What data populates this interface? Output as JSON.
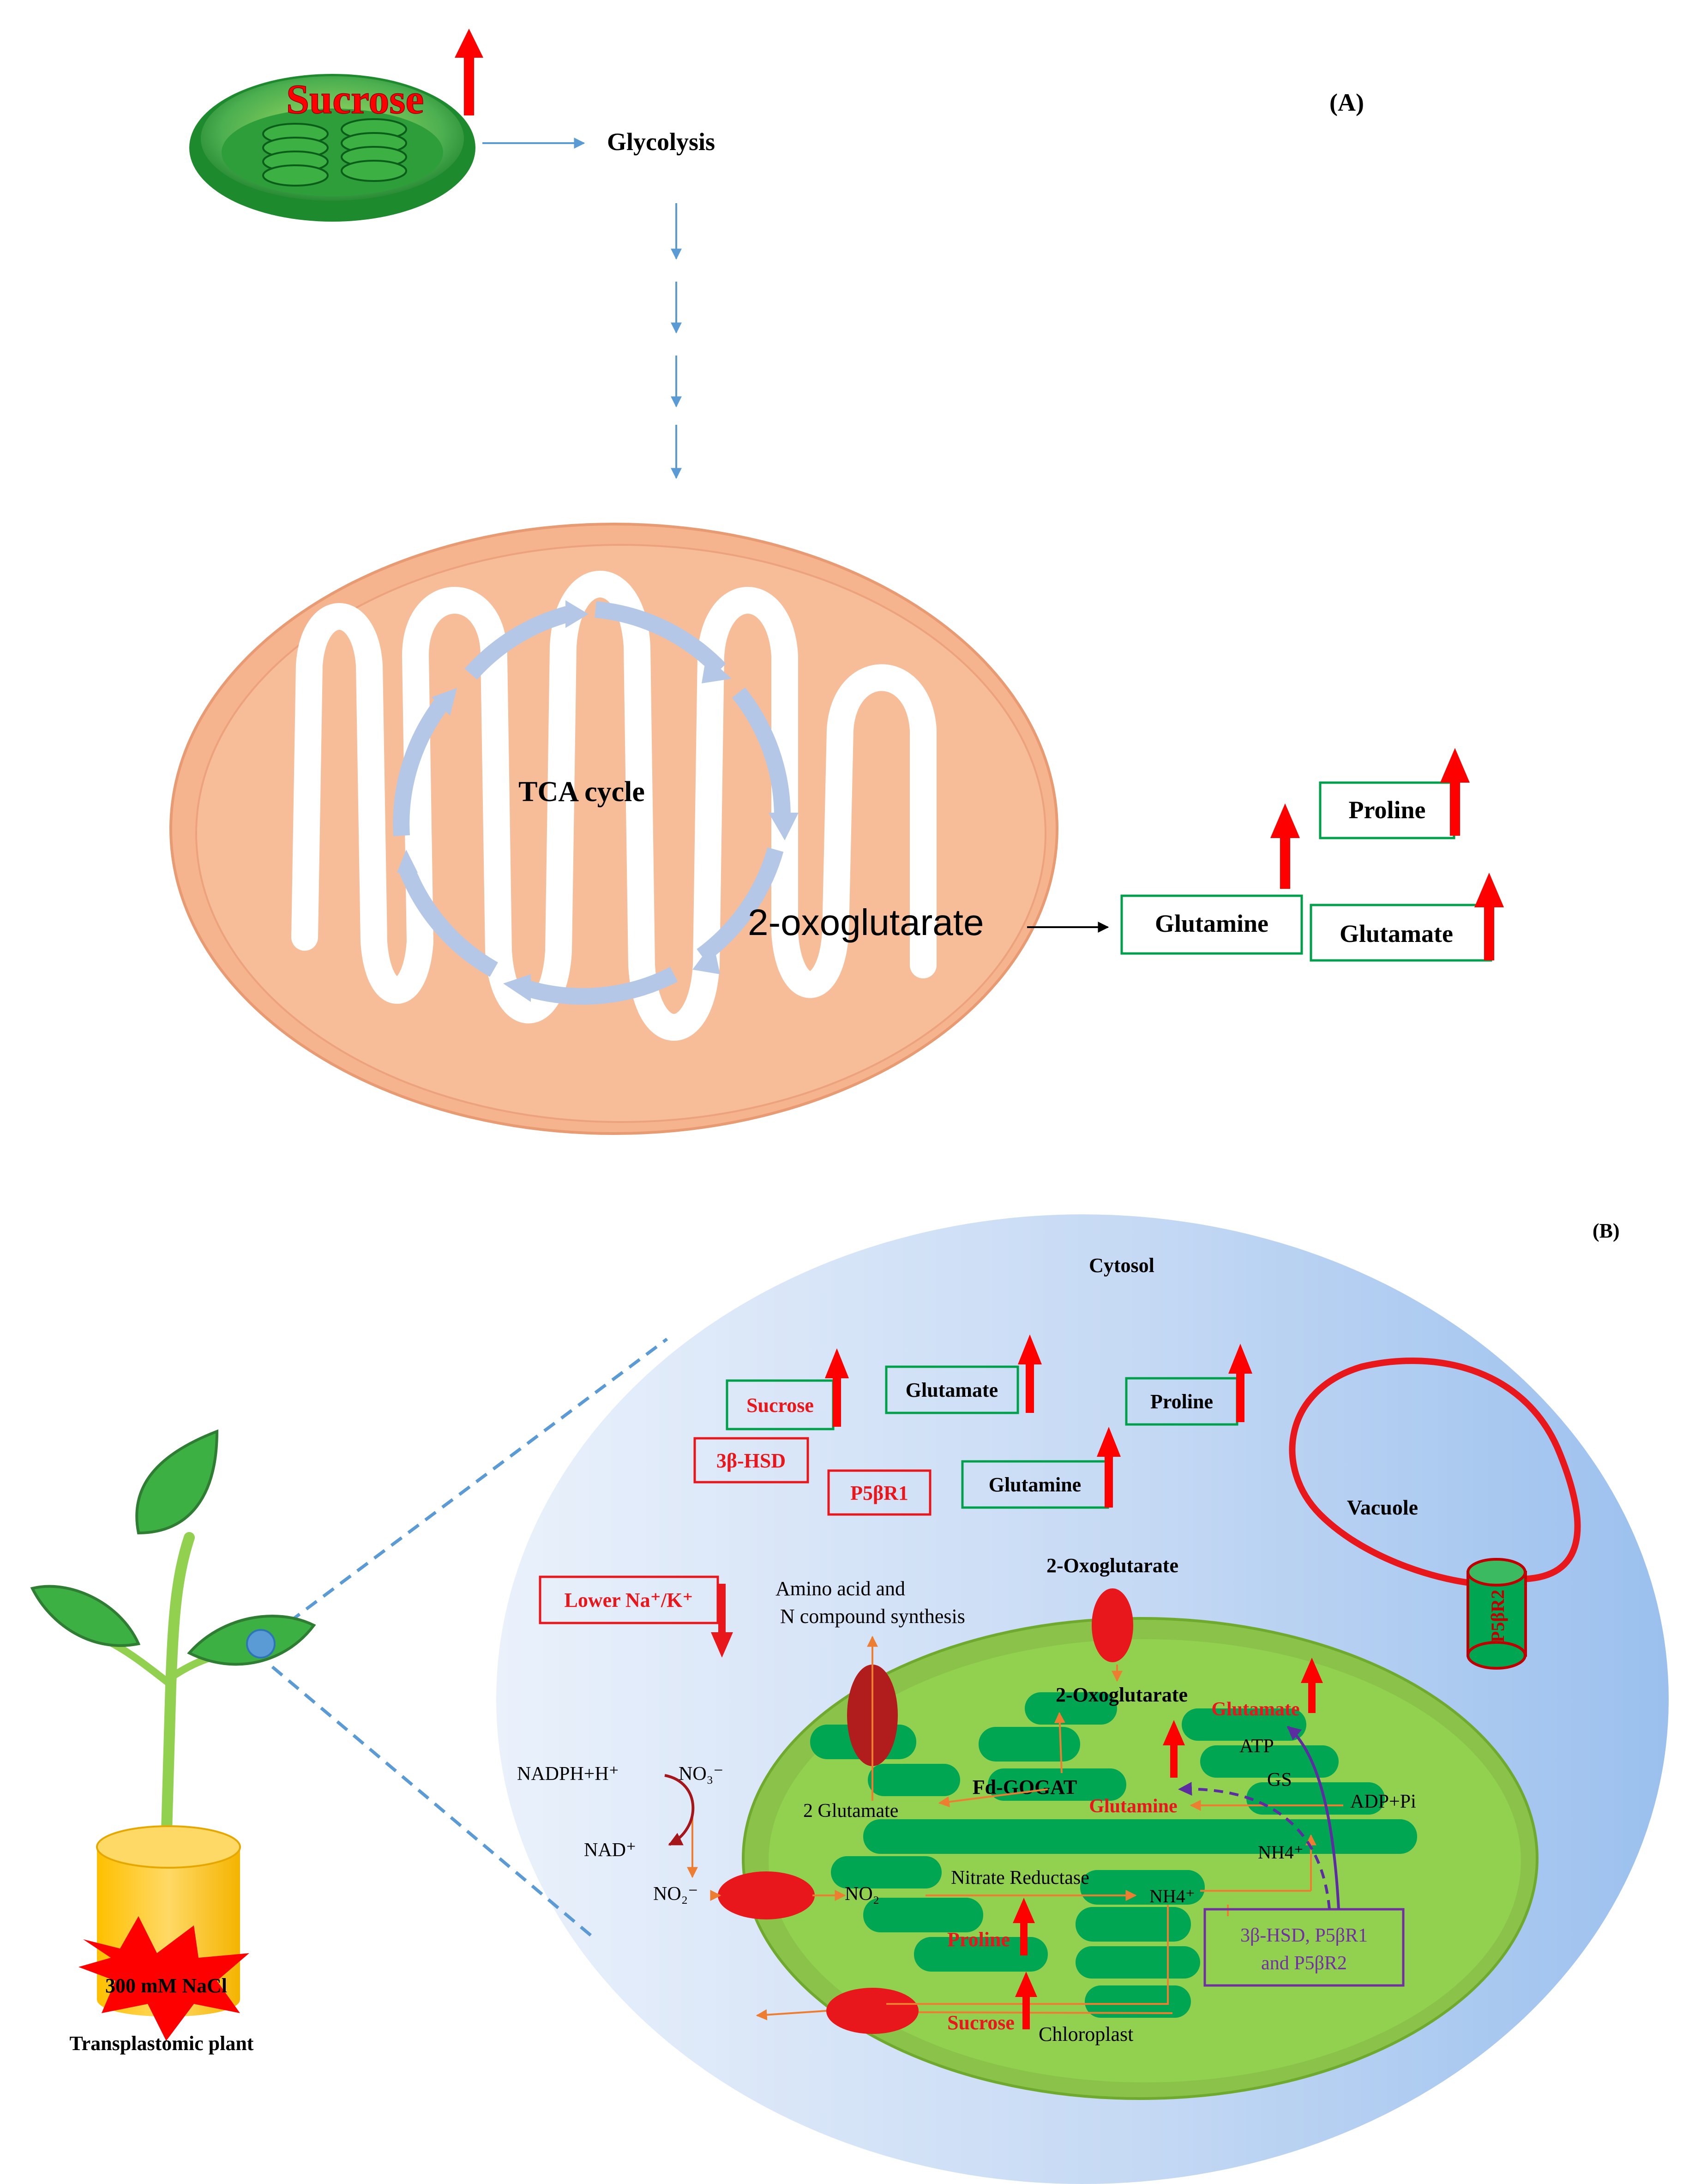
{
  "panel_a": {
    "label": "(A)",
    "sucrose": "Sucrose",
    "glycolysis": "Glycolysis",
    "tca": "TCA cycle",
    "oxoglutarate": "2-oxoglutarate",
    "glutamine": "Glutamine",
    "proline": "Proline",
    "glutamate": "Glutamate"
  },
  "panel_b": {
    "label": "(B)",
    "cytosol": "Cytosol",
    "vacuole": "Vacuole",
    "p5br2_vacuole": "P5βR2",
    "sucrose_box": "Sucrose",
    "glutamate_box": "Glutamate",
    "proline_box": "Proline",
    "hsd": "3β-HSD",
    "p5br1": "P5βR1",
    "glutamine_box": "Glutamine",
    "lower_na_k": "Lower Na⁺/K⁺",
    "amino_acid_1": "Amino acid and",
    "amino_acid_2": "N compound synthesis",
    "oxoglutarate_top": "2-Oxoglutarate",
    "oxoglutarate_in": "2-Oxoglutarate",
    "glutamate_chl": "Glutamate",
    "atp": "ATP",
    "gs": "GS",
    "fd_gogat": "Fd-GOGAT",
    "two_glutamate": "2 Glutamate",
    "glutamine_chl": "Glutamine",
    "adp_pi": "ADP+Pi",
    "nadph": "NADPH+H⁺",
    "no3": "NO₃⁻",
    "nad": "NAD⁺",
    "nh4_upper": "NH4⁺",
    "no2_out": "NO₂⁻",
    "no2_in": "NO₂",
    "nitrate_reductase": "Nitrate Reductase",
    "nh4_lower": "NH4⁺",
    "genes_1": "3β-HSD, P5βR1",
    "genes_2": "and P5βR2",
    "proline_chl": "Proline",
    "sucrose_chl": "Sucrose",
    "chloroplast": "Chloroplast",
    "nacl": "300 mM NaCl",
    "plant": "Transplastomic plant"
  },
  "colors": {
    "up_arrow": "#ff0000",
    "box_green": "#00a04b",
    "box_red": "#e8171c",
    "mito_fill": "#f7b992",
    "cycle_arrow": "#b4c7e7",
    "flow_arrow": "#5b9bd5",
    "orange_arrow": "#ed7d31",
    "chloroplast_outer": "#8bc34a",
    "thylakoid": "#00a651",
    "gene_box": "#7030a0"
  }
}
